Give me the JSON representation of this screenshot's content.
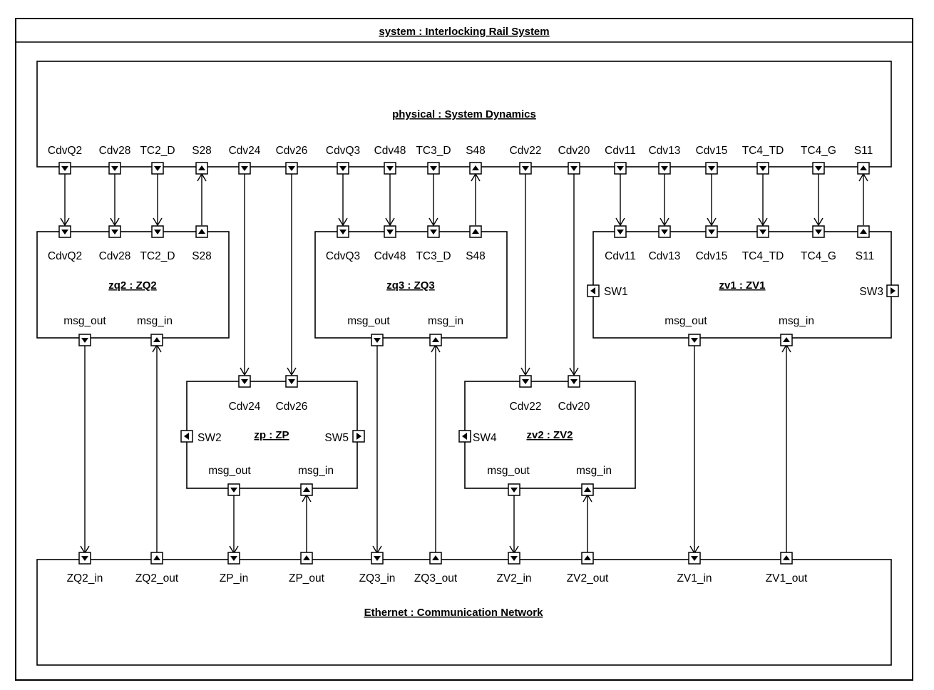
{
  "system_title": "system : Interlocking Rail System",
  "blocks": {
    "physical": {
      "title": "physical : System Dynamics"
    },
    "zq2": {
      "title": "zq2 : ZQ2"
    },
    "zq3": {
      "title": "zq3 : ZQ3"
    },
    "zv1": {
      "title": "zv1 : ZV1"
    },
    "zp": {
      "title": "zp : ZP"
    },
    "zv2": {
      "title": "zv2 : ZV2"
    },
    "ethernet": {
      "title": "Ethernet : Communication Network"
    }
  },
  "ports": {
    "physical": [
      "CdvQ2",
      "Cdv28",
      "TC2_D",
      "S28",
      "Cdv24",
      "Cdv26",
      "CdvQ3",
      "Cdv48",
      "TC3_D",
      "S48",
      "Cdv22",
      "Cdv20",
      "Cdv11",
      "Cdv13",
      "Cdv15",
      "TC4_TD",
      "TC4_G",
      "S11"
    ],
    "zq2": [
      "CdvQ2",
      "Cdv28",
      "TC2_D",
      "S28",
      "msg_out",
      "msg_in"
    ],
    "zq3": [
      "CdvQ3",
      "Cdv48",
      "TC3_D",
      "S48",
      "msg_out",
      "msg_in"
    ],
    "zv1": [
      "Cdv11",
      "Cdv13",
      "Cdv15",
      "TC4_TD",
      "TC4_G",
      "S11",
      "SW1",
      "SW3",
      "msg_out",
      "msg_in"
    ],
    "zp": [
      "Cdv24",
      "Cdv26",
      "SW2",
      "SW5",
      "msg_out",
      "msg_in"
    ],
    "zv2": [
      "Cdv22",
      "Cdv20",
      "SW4",
      "msg_out",
      "msg_in"
    ],
    "ethernet": [
      "ZQ2_in",
      "ZQ2_out",
      "ZP_in",
      "ZP_out",
      "ZQ3_in",
      "ZQ3_out",
      "ZV2_in",
      "ZV2_out",
      "ZV1_in",
      "ZV1_out"
    ]
  }
}
